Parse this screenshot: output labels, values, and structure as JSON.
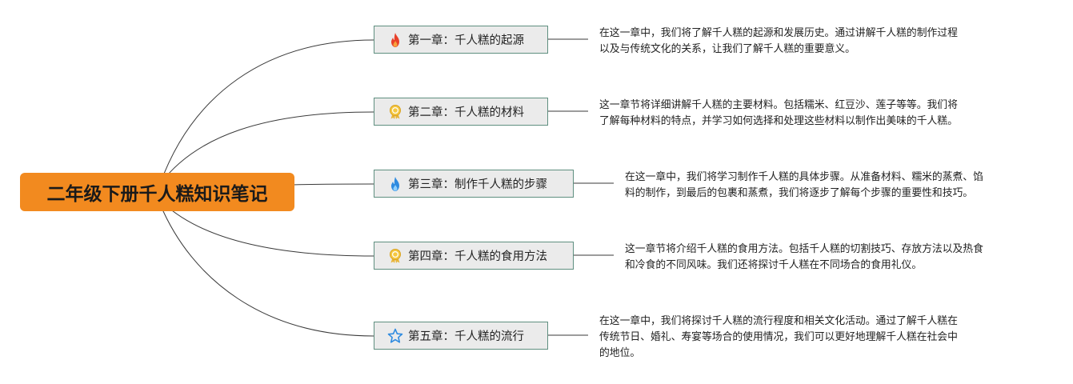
{
  "root": {
    "title": "二年级下册千人糕知识笔记",
    "color": "#f28a1f"
  },
  "chapters": [
    {
      "label": "第一章：千人糕的起源",
      "icon": "fire-icon",
      "description": [
        "在这一章中，我们将了解千人糕的起源和发展历史。通过讲解千人糕的制作过程",
        "以及与传统文化的关系，让我们了解千人糕的重要意义。"
      ]
    },
    {
      "label": "第二章：千人糕的材料",
      "icon": "award-ribbon-icon",
      "description": [
        "这一章节将详细讲解千人糕的主要材料。包括糯米、红豆沙、莲子等等。我们将",
        "了解每种材料的特点，并学习如何选择和处理这些材料以制作出美味的千人糕。"
      ]
    },
    {
      "label": "第三章：制作千人糕的步骤",
      "icon": "flame-blue-icon",
      "description": [
        "在这一章中，我们将学习制作千人糕的具体步骤。从准备材料、糯米的蒸煮、馅",
        "料的制作，到最后的包裹和蒸煮，我们将逐步了解每个步骤的重要性和技巧。"
      ]
    },
    {
      "label": "第四章：千人糕的食用方法",
      "icon": "award-ribbon-icon",
      "description": [
        "这一章节将介绍千人糕的食用方法。包括千人糕的切割技巧、存放方法以及热食",
        "和冷食的不同风味。我们还将探讨千人糕在不同场合的食用礼仪。"
      ]
    },
    {
      "label": "第五章：千人糕的流行",
      "icon": "star-outline-icon",
      "description": [
        "在这一章中，我们将探讨千人糕的流行程度和相关文化活动。通过了解千人糕在",
        "传统节日、婚礼、寿宴等场合的使用情况，我们可以更好地理解千人糕在社会中",
        "的地位。"
      ]
    }
  ]
}
